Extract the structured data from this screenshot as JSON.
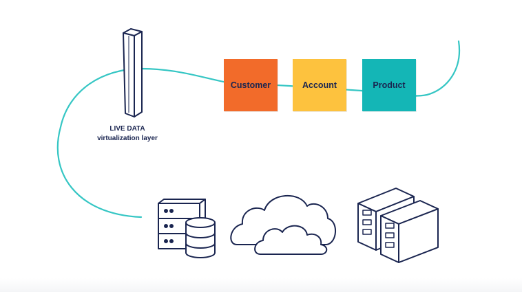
{
  "diagram": {
    "layer_caption_line1": "LIVE DATA",
    "layer_caption_line2": "virtualization layer",
    "boxes": [
      {
        "label": "Customer",
        "color": "#f26b2a"
      },
      {
        "label": "Account",
        "color": "#fdc23e"
      },
      {
        "label": "Product",
        "color": "#14b6b6"
      }
    ],
    "colors": {
      "connector": "#35c6c4",
      "outline": "#1a2550"
    },
    "icons": [
      "virtualization-layer-pillar-icon",
      "database-server-icon",
      "cloud-icon",
      "server-rack-icon"
    ]
  }
}
